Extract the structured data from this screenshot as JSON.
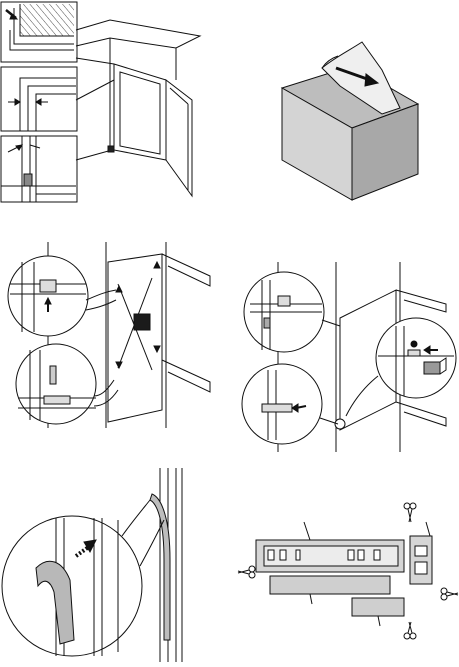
{
  "page": {
    "title": "",
    "colors": {
      "line": "#111111",
      "box_gray": "#cfcfcf",
      "box_dark": "#a9a9a9",
      "tape": "#ededed",
      "seal": "#b8b8b8",
      "marker": "#1b1b1b"
    }
  },
  "panels": [
    {
      "id": "panel-1",
      "subject": "door-hinge-corner-details"
    },
    {
      "id": "panel-2",
      "subject": "packaging-box-with-tape"
    },
    {
      "id": "panel-3",
      "subject": "hinge-covers-and-door-alignment"
    },
    {
      "id": "panel-4",
      "subject": "lower-hinge-fixing-and-cover"
    },
    {
      "id": "panel-5",
      "subject": "sealing-strip-fitting"
    },
    {
      "id": "panel-6",
      "subject": "cutting-plastic-parts-sprue"
    }
  ],
  "icons": [
    "arrow-icon",
    "scissors-icon",
    "magnifier-callout-icon"
  ]
}
